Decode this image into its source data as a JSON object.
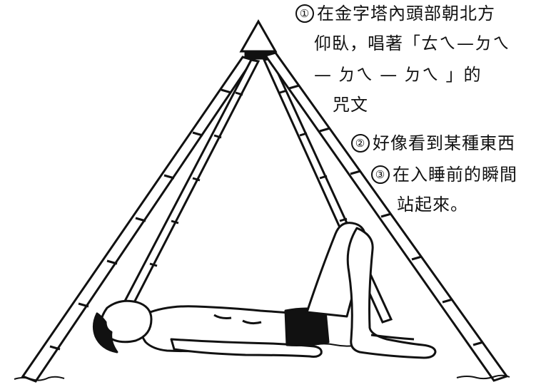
{
  "captions": {
    "step1": {
      "number": "①",
      "line1": "在金字塔內頭部朝北方",
      "line2": "仰臥，唱著「ㄊㄟ—ㄉㄟ",
      "line3": "— ㄉㄟ  — ㄉㄟ 」的",
      "line4": "咒文"
    },
    "step2": {
      "number": "②",
      "text": "好像看到某種東西"
    },
    "step3": {
      "number": "③",
      "line1": "在入睡前的瞬間",
      "line2": "站起來。"
    }
  },
  "illustration": {
    "icon": "pyramid-frame-with-reclining-man-icon",
    "stroke_color": "#111111"
  }
}
